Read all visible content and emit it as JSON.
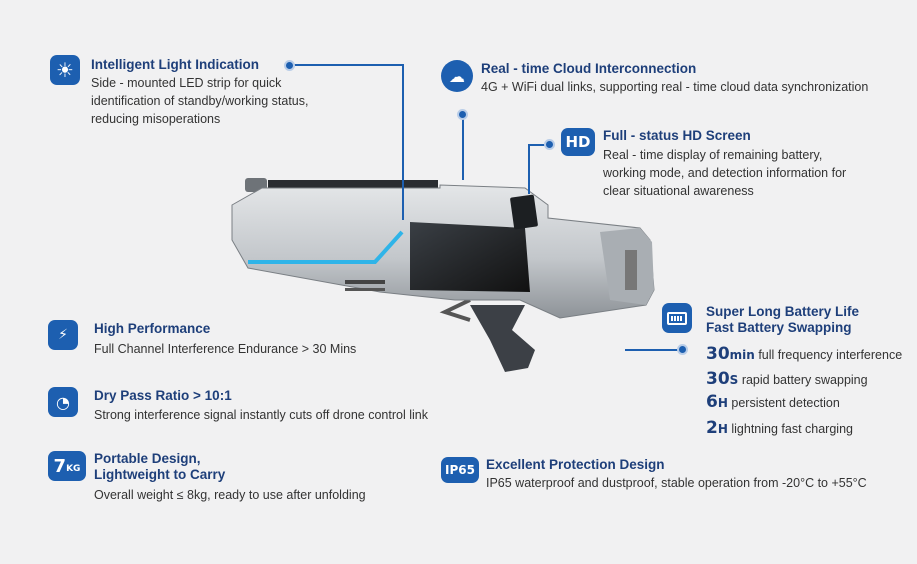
{
  "features": {
    "light": {
      "title": "Intelligent Light Indication",
      "desc": "Side - mounted LED strip for quick identification of standby/working status, reducing misoperations",
      "icon": "sun-icon"
    },
    "cloud": {
      "title": "Real - time Cloud Interconnection",
      "desc": "4G + WiFi dual links, supporting real - time cloud data synchronization",
      "icon": "cloud-link-icon"
    },
    "screen": {
      "title": "Full - status HD Screen",
      "desc": "Real - time display of remaining battery, working mode, and detection information for clear situational awareness",
      "icon": "hd-icon",
      "icon_text": "HD"
    },
    "performance": {
      "title": "High Performance",
      "desc": "Full Channel Interference Endurance > 30 Mins",
      "icon": "signal-bolt-icon"
    },
    "dry": {
      "title": "Dry Pass Ratio > 10:1",
      "desc": "Strong interference signal instantly cuts off drone control link",
      "icon": "radar-icon"
    },
    "portable": {
      "title_line1": "Portable Design,",
      "title_line2": "Lightweight to Carry",
      "desc": "Overall weight ≤ 8kg, ready to use after unfolding",
      "icon": "weight-7kg-icon",
      "icon_big": "7",
      "icon_small": "KG"
    },
    "protection": {
      "title": "Excellent Protection Design",
      "desc": "IP65 waterproof and dustproof, stable operation from -20°C to +55°C",
      "icon": "ip65-icon",
      "icon_text": "IP65"
    },
    "battery": {
      "title_line1": "Super Long Battery Life",
      "title_line2": "Fast Battery Swapping",
      "icon": "battery-icon",
      "stats": [
        {
          "value": "30",
          "unit": "min",
          "text": "full frequency interference"
        },
        {
          "value": "30",
          "unit": "S",
          "text": "rapid battery swapping"
        },
        {
          "value": "6",
          "unit": "H",
          "text": "persistent detection"
        },
        {
          "value": "2",
          "unit": "H",
          "text": "lightning fast charging"
        }
      ]
    }
  },
  "colors": {
    "accent": "#1d5fb0",
    "title": "#1e3f7a",
    "background": "#f1f1f2"
  }
}
